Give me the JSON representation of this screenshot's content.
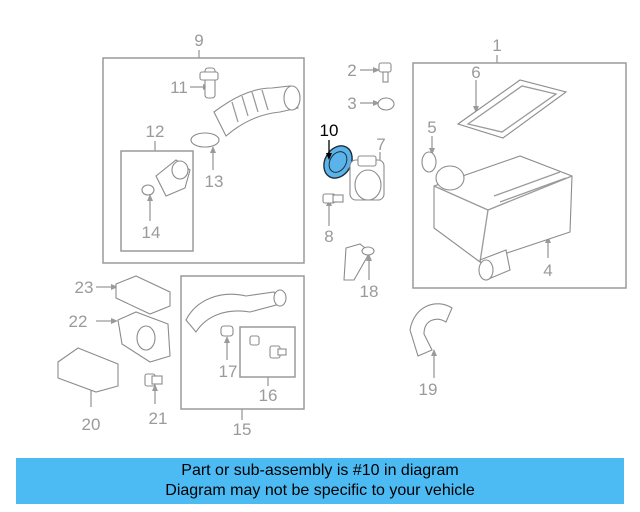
{
  "diagram": {
    "callouts": [
      "1",
      "2",
      "3",
      "4",
      "5",
      "6",
      "7",
      "8",
      "9",
      "10",
      "11",
      "12",
      "13",
      "14",
      "15",
      "16",
      "17",
      "18",
      "19",
      "20",
      "21",
      "22",
      "23"
    ],
    "highlighted_part": "10"
  },
  "banner": {
    "line1": "Part or sub-assembly is #10 in diagram",
    "line2": "Diagram may not be specific to your vehicle"
  },
  "colors": {
    "banner_bg": "#4dbbf3",
    "highlight_part": "#5ab4ea",
    "line_art": "#9a9a9a"
  }
}
